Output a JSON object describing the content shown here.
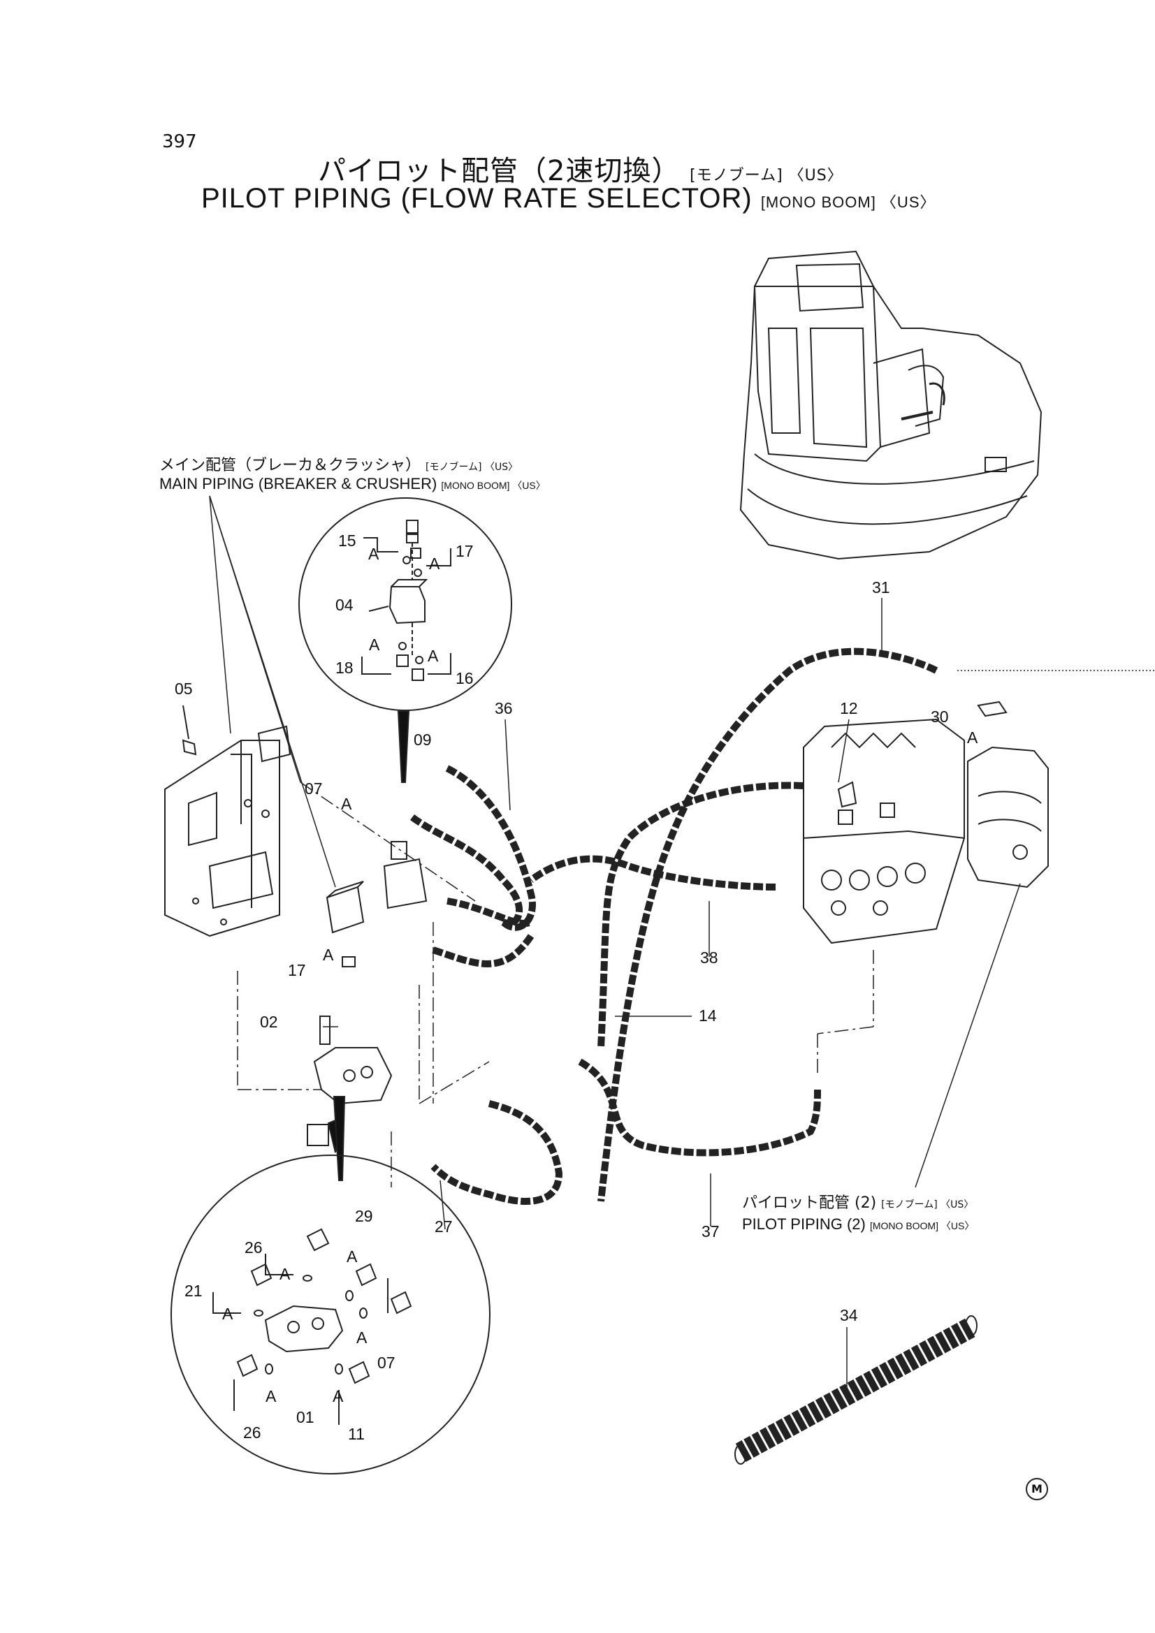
{
  "header": {
    "page_number": "397",
    "title_jp": "パイロット配管（2速切換）",
    "title_jp_suffix": "[モノブーム] 〈US〉",
    "title_en": "PILOT PIPING (FLOW RATE SELECTOR)",
    "title_en_suffix": "[MONO BOOM] 〈US〉"
  },
  "references": {
    "main_piping_jp": "メイン配管（ブレーカ＆クラッシャ）",
    "main_piping_jp_suffix": "[モノブーム] 〈US〉",
    "main_piping_en": "MAIN PIPING (BREAKER & CRUSHER)",
    "main_piping_en_suffix": "[MONO BOOM] 〈US〉",
    "pilot2_jp": "パイロット配管 (2)",
    "pilot2_jp_suffix": "[モノブーム] 〈US〉",
    "pilot2_en": "PILOT PIPING (2)",
    "pilot2_en_suffix": "[MONO BOOM] 〈US〉"
  },
  "callouts": {
    "c15": "15",
    "c17a": "17",
    "c04": "04",
    "c18": "18",
    "c16": "16",
    "c05": "05",
    "c07a": "07",
    "c17b": "17",
    "c09": "09",
    "c36": "36",
    "c31": "31",
    "c12": "12",
    "c30": "30",
    "c38": "38",
    "c14": "14",
    "c02": "02",
    "c27": "27",
    "c37": "37",
    "c29": "29",
    "c26a": "26",
    "c21": "21",
    "c07b": "07",
    "c26b": "26",
    "c01": "01",
    "c11": "11",
    "c34": "34"
  },
  "joint_mark": "A",
  "logo_text": "M"
}
